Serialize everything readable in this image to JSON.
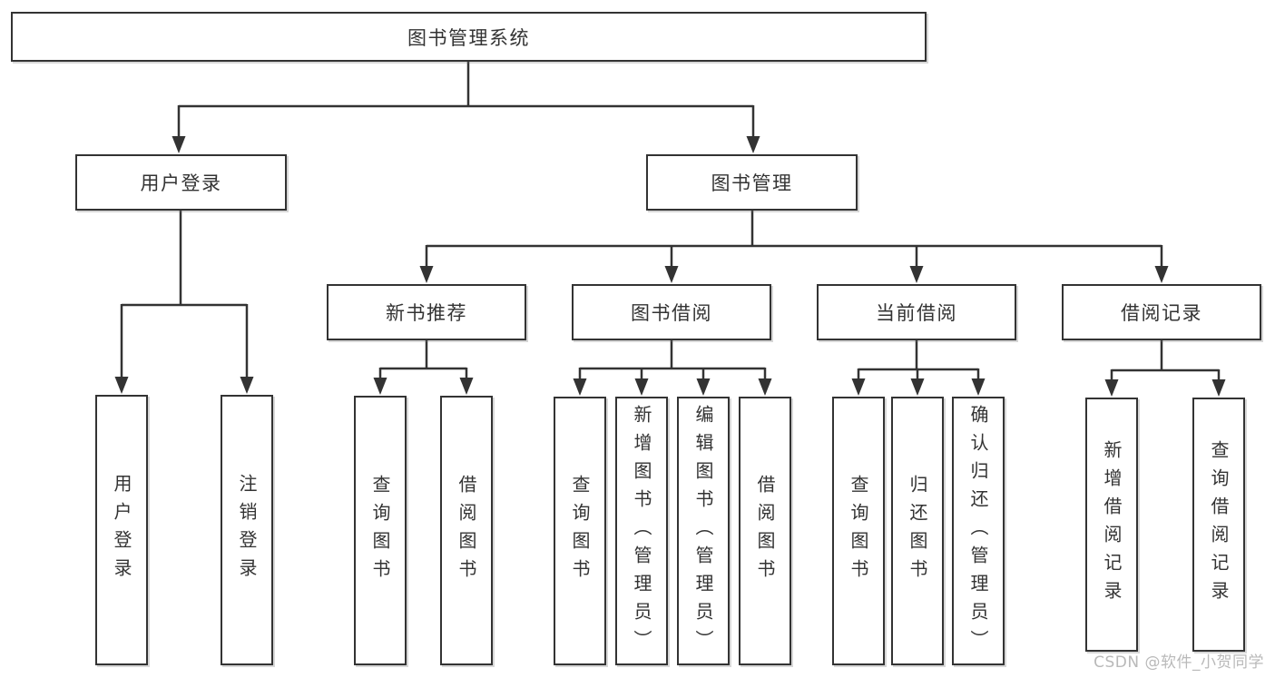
{
  "diagram": {
    "root": {
      "label": "图书管理系统"
    },
    "branches": [
      {
        "label": "用户登录",
        "children": [
          {
            "label": "用户登录"
          },
          {
            "label": "注销登录"
          }
        ]
      },
      {
        "label": "图书管理",
        "children": [
          {
            "label": "新书推荐",
            "children": [
              {
                "label": "查询图书"
              },
              {
                "label": "借阅图书"
              }
            ]
          },
          {
            "label": "图书借阅",
            "children": [
              {
                "label": "查询图书"
              },
              {
                "label": "新增图书（管理员）"
              },
              {
                "label": "编辑图书（管理员）"
              },
              {
                "label": "借阅图书"
              }
            ]
          },
          {
            "label": "当前借阅",
            "children": [
              {
                "label": "查询图书"
              },
              {
                "label": "归还图书"
              },
              {
                "label": "确认归还（管理员）"
              }
            ]
          },
          {
            "label": "借阅记录",
            "children": [
              {
                "label": "新增借阅记录"
              },
              {
                "label": "查询借阅记录"
              }
            ]
          }
        ]
      }
    ],
    "colors": {
      "line": "#333333",
      "text": "#333333",
      "background": "#ffffff"
    }
  },
  "watermark": {
    "text": "CSDN @软件_小贺同学",
    "color": "#b9b9b9"
  }
}
